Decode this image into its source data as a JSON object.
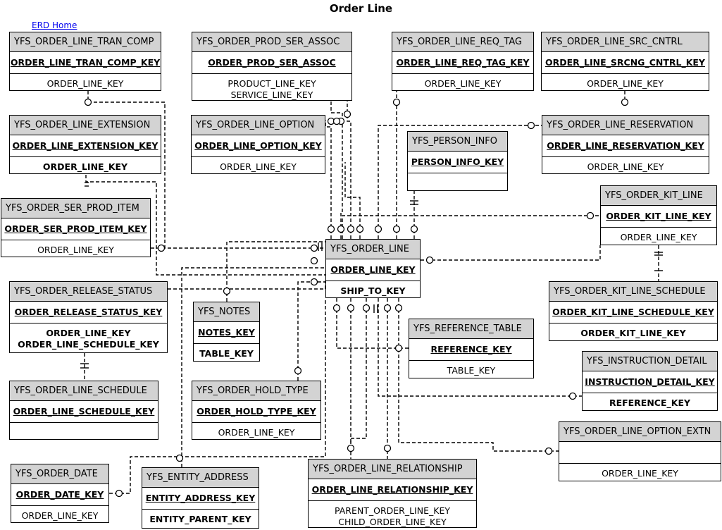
{
  "title": "Order Line",
  "home_link": "ERD Home",
  "entities": [
    {
      "id": "tran_comp",
      "name": "YFS_ORDER_LINE_TRAN_COMP",
      "pk": "ORDER_LINE_TRAN_COMP_KEY",
      "cols": [
        "ORDER_LINE_KEY"
      ],
      "bold": false
    },
    {
      "id": "prod_ser_assoc",
      "name": "YFS_ORDER_PROD_SER_ASSOC",
      "pk": "ORDER_PROD_SER_ASSOC",
      "cols": [
        "PRODUCT_LINE_KEY",
        "SERVICE_LINE_KEY"
      ],
      "bold": false
    },
    {
      "id": "req_tag",
      "name": "YFS_ORDER_LINE_REQ_TAG",
      "pk": "ORDER_LINE_REQ_TAG_KEY",
      "cols": [
        "ORDER_LINE_KEY"
      ],
      "bold": false
    },
    {
      "id": "src_cntrl",
      "name": "YFS_ORDER_LINE_SRC_CNTRL",
      "pk": "ORDER_LINE_SRCNG_CNTRL_KEY",
      "cols": [
        "ORDER_LINE_KEY"
      ],
      "bold": false
    },
    {
      "id": "extension",
      "name": "YFS_ORDER_LINE_EXTENSION",
      "pk": "ORDER_LINE_EXTENSION_KEY",
      "cols": [
        "ORDER_LINE_KEY"
      ],
      "bold": true
    },
    {
      "id": "option",
      "name": "YFS_ORDER_LINE_OPTION",
      "pk": "ORDER_LINE_OPTION_KEY",
      "cols": [
        "ORDER_LINE_KEY"
      ],
      "bold": false
    },
    {
      "id": "reservation",
      "name": "YFS_ORDER_LINE_RESERVATION",
      "pk": "ORDER_LINE_RESERVATION_KEY",
      "cols": [
        "ORDER_LINE_KEY"
      ],
      "bold": false
    },
    {
      "id": "person_info",
      "name": "YFS_PERSON_INFO",
      "pk": "PERSON_INFO_KEY",
      "cols": [],
      "bold": false
    },
    {
      "id": "ser_prod_item",
      "name": "YFS_ORDER_SER_PROD_ITEM",
      "pk": "ORDER_SER_PROD_ITEM_KEY",
      "cols": [
        "ORDER_LINE_KEY"
      ],
      "bold": false
    },
    {
      "id": "kit_line",
      "name": "YFS_ORDER_KIT_LINE",
      "pk": "ORDER_KIT_LINE_KEY",
      "cols": [
        "ORDER_LINE_KEY"
      ],
      "bold": false
    },
    {
      "id": "order_line",
      "name": "YFS_ORDER_LINE",
      "pk": "ORDER_LINE_KEY",
      "cols": [
        "SHIP_TO_KEY"
      ],
      "bold": true
    },
    {
      "id": "release_status",
      "name": "YFS_ORDER_RELEASE_STATUS",
      "pk": "ORDER_RELEASE_STATUS_KEY",
      "cols": [
        "ORDER_LINE_KEY",
        "ORDER_LINE_SCHEDULE_KEY"
      ],
      "bold": true
    },
    {
      "id": "notes",
      "name": "YFS_NOTES",
      "pk": "NOTES_KEY",
      "cols": [
        "TABLE_KEY"
      ],
      "bold": true
    },
    {
      "id": "kit_line_schedule",
      "name": "YFS_ORDER_KIT_LINE_SCHEDULE",
      "pk": "ORDER_KIT_LINE_SCHEDULE_KEY",
      "cols": [
        "ORDER_KIT_LINE_KEY"
      ],
      "bold": true
    },
    {
      "id": "reference_table",
      "name": "YFS_REFERENCE_TABLE",
      "pk": "REFERENCE_KEY",
      "cols": [
        "TABLE_KEY"
      ],
      "bold": false
    },
    {
      "id": "instruction_detail",
      "name": "YFS_INSTRUCTION_DETAIL",
      "pk": "INSTRUCTION_DETAIL_KEY",
      "cols": [
        "REFERENCE_KEY"
      ],
      "bold": true
    },
    {
      "id": "line_schedule",
      "name": "YFS_ORDER_LINE_SCHEDULE",
      "pk": "ORDER_LINE_SCHEDULE_KEY",
      "cols": [],
      "bold": false
    },
    {
      "id": "hold_type",
      "name": "YFS_ORDER_HOLD_TYPE",
      "pk": "ORDER_HOLD_TYPE_KEY",
      "cols": [
        "ORDER_LINE_KEY"
      ],
      "bold": false
    },
    {
      "id": "option_extn",
      "name": "YFS_ORDER_LINE_OPTION_EXTN",
      "pk": "",
      "cols": [
        "ORDER_LINE_KEY"
      ],
      "bold": false
    },
    {
      "id": "order_date",
      "name": "YFS_ORDER_DATE",
      "pk": "ORDER_DATE_KEY",
      "cols": [
        "ORDER_LINE_KEY"
      ],
      "bold": false
    },
    {
      "id": "entity_address",
      "name": "YFS_ENTITY_ADDRESS",
      "pk": "ENTITY_ADDRESS_KEY",
      "cols": [
        "ENTITY_PARENT_KEY"
      ],
      "bold": true
    },
    {
      "id": "relationship",
      "name": "YFS_ORDER_LINE_RELATIONSHIP",
      "pk": "ORDER_LINE_RELATIONSHIP_KEY",
      "cols": [
        "PARENT_ORDER_LINE_KEY",
        "CHILD_ORDER_LINE_KEY"
      ],
      "bold": false
    }
  ]
}
